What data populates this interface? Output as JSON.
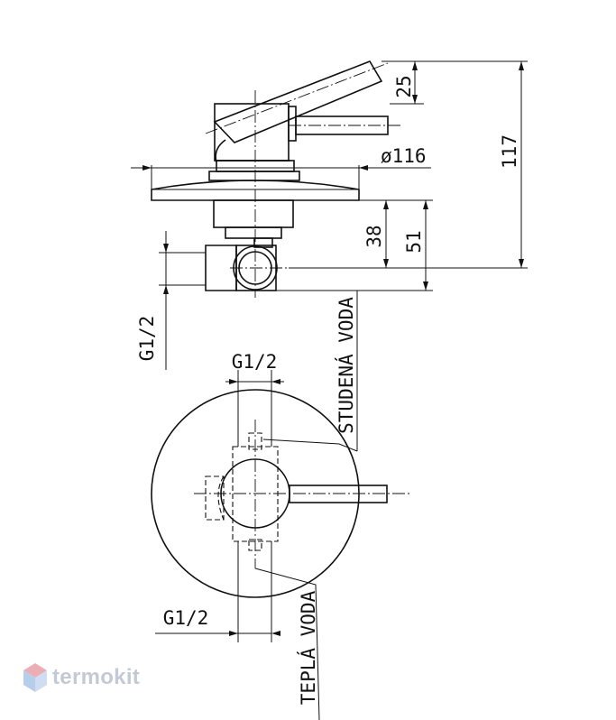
{
  "dimensions": {
    "lever_height": "25",
    "total_height": "117",
    "plate_diameter": "ø116",
    "depth_38": "38",
    "depth_51": "51",
    "thread_side": "G1/2",
    "thread_top": "G1/2",
    "thread_bottom": "G1/2"
  },
  "labels": {
    "cold_water": "STUDENÁ VODA",
    "hot_water": "TEPLÁ VODA"
  },
  "brand": {
    "name": "termokit",
    "color": "#c4cad3",
    "accent_colors": [
      "#e8a0a8",
      "#a9c4e8"
    ]
  }
}
